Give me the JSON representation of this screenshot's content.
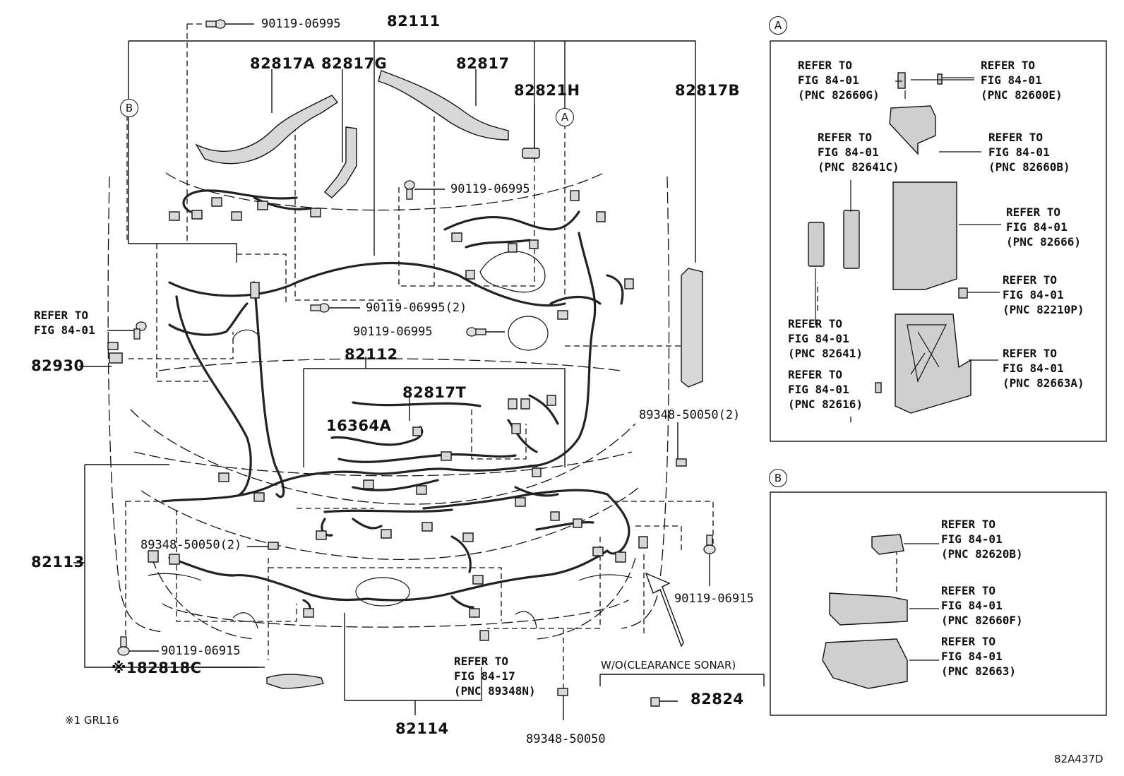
{
  "diagram_id": "82A437D",
  "footnote": "※1 GRL16",
  "part_numbers": {
    "p82111": "82111",
    "p82817A": "82817A",
    "p82817G": "82817G",
    "p82817": "82817",
    "p82821H": "82821H",
    "p82817B": "82817B",
    "p82930": "82930",
    "p82112": "82112",
    "p82817T": "82817T",
    "p16364A": "16364A",
    "p82113": "82113",
    "p82818C": "※182818C",
    "p82114": "82114",
    "p82824": "82824"
  },
  "fasteners": {
    "f1": "90119-06995",
    "f2": "90119-06995",
    "f3": "90119-06995(2)",
    "f4": "90119-06995",
    "f5": "89348-50050(2)",
    "f6": "89348-50050(2)",
    "f7": "90119-06915",
    "f8": "90119-06915",
    "f9": "89348-50050"
  },
  "callouts": {
    "a": "A",
    "b": "B"
  },
  "main_refs": {
    "left": [
      "REFER TO",
      "FIG 84-01"
    ],
    "bottom": [
      "REFER TO",
      "FIG 84-17",
      "(PNC 89348N)"
    ]
  },
  "option_label": "W/O(CLEARANCE SONAR)",
  "panel_a": {
    "label": "A",
    "refs": [
      [
        "REFER TO",
        "FIG 84-01",
        "(PNC 82660G)"
      ],
      [
        "REFER TO",
        "FIG 84-01",
        "(PNC 82600E)"
      ],
      [
        "REFER TO",
        "FIG 84-01",
        "(PNC 82641C)"
      ],
      [
        "REFER TO",
        "FIG 84-01",
        "(PNC 82660B)"
      ],
      [
        "REFER TO",
        "FIG 84-01",
        "(PNC 82666)"
      ],
      [
        "REFER TO",
        "FIG 84-01",
        "(PNC 82210P)"
      ],
      [
        "REFER TO",
        "FIG 84-01",
        "(PNC 82641)"
      ],
      [
        "REFER TO",
        "FIG 84-01",
        "(PNC 82663A)"
      ],
      [
        "REFER TO",
        "FIG 84-01",
        "(PNC 82616)"
      ]
    ]
  },
  "panel_b": {
    "label": "B",
    "refs": [
      [
        "REFER TO",
        "FIG 84-01",
        "(PNC 82620B)"
      ],
      [
        "REFER TO",
        "FIG 84-01",
        "(PNC 82660F)"
      ],
      [
        "REFER TO",
        "FIG 84-01",
        "(PNC 82663)"
      ]
    ]
  }
}
